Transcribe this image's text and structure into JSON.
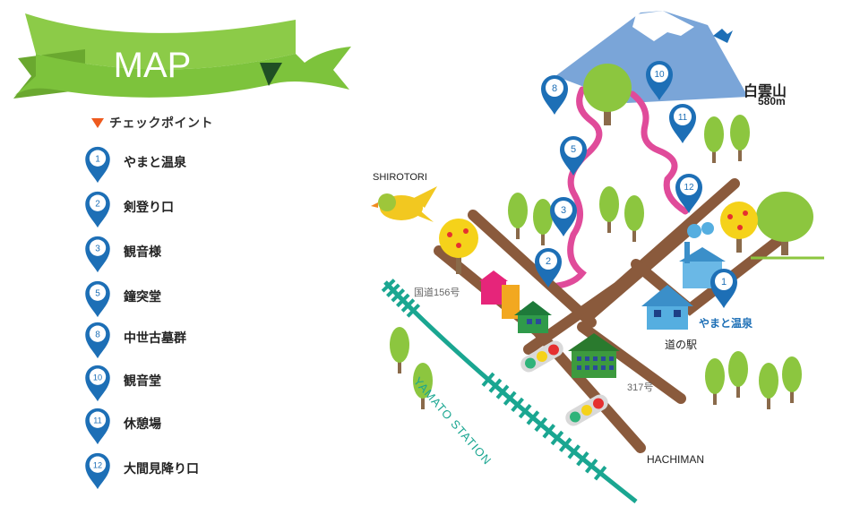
{
  "banner": {
    "title": "MAP"
  },
  "legend": {
    "header": "チェックポイント",
    "items": [
      {
        "num": "1",
        "label": "やまと温泉"
      },
      {
        "num": "2",
        "label": "剣登り口"
      },
      {
        "num": "3",
        "label": "観音様"
      },
      {
        "num": "5",
        "label": "鐘突堂"
      },
      {
        "num": "8",
        "label": "中世古墓群"
      },
      {
        "num": "10",
        "label": "観音堂"
      },
      {
        "num": "11",
        "label": "休憩場"
      },
      {
        "num": "12",
        "label": "大間見降り口"
      }
    ]
  },
  "map": {
    "mountain_name": "白雲山",
    "mountain_height": "580m",
    "bird_label": "SHIROTORI",
    "route_156": "国道156号",
    "route_317": "317号",
    "station": "YAMATO STATION",
    "roadside_station": "道の駅",
    "onsen": "やまと温泉",
    "hachiman": "HACHIMAN"
  },
  "colors": {
    "pin": "#1d6fb6",
    "trail": "#e04b9a",
    "road": "#8a5a3c",
    "rail": "#1aa691",
    "banner": "#7cc33b",
    "mountain": "#7aa5d8",
    "tree": "#8cc63f"
  }
}
